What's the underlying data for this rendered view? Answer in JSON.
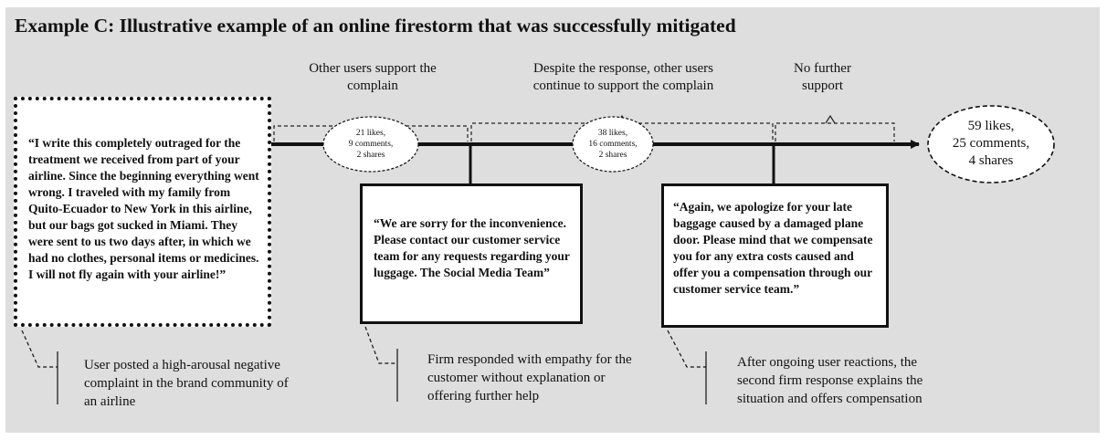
{
  "title": "Example C: Illustrative example of an online firestorm that was successfully mitigated",
  "annotations": {
    "first": "Other users support the complain",
    "second": "Despite the response, other users continue to support the complain",
    "third": "No further support"
  },
  "posts": {
    "user": "“I write this completely outraged for the treatment we received from part of your airline. Since the beginning everything went wrong. I traveled with my family from Quito-Ecuador to New York in this airline, but our bags got sucked in Miami. They were sent to us two days after, in which we had no clothes, personal items or medicines. I will not fly again with your airline!”",
    "response1": "“We are sorry for the inconvenience. Please contact our customer service team for any requests regarding your luggage. The Social Media Team”",
    "response2": "“Again, we apologize for your late baggage caused by a damaged plane door. Please mind that we compensate you for any extra costs caused and offer you a compensation through our customer service team.”"
  },
  "stats": {
    "first": {
      "likes": "21 likes,",
      "comments": "9 comments,",
      "shares": "2 shares"
    },
    "second": {
      "likes": "38 likes,",
      "comments": "16 comments,",
      "shares": "2 shares"
    },
    "final": {
      "likes": "59 likes,",
      "comments": "25 comments,",
      "shares": "4 shares"
    }
  },
  "captions": {
    "user": "User posted a high-arousal negative complaint in the brand community of an airline",
    "response1": "Firm responded with empathy for the customer without explanation or offering further help",
    "response2": "After ongoing user reactions, the second firm response explains the situation and offers compensation"
  }
}
